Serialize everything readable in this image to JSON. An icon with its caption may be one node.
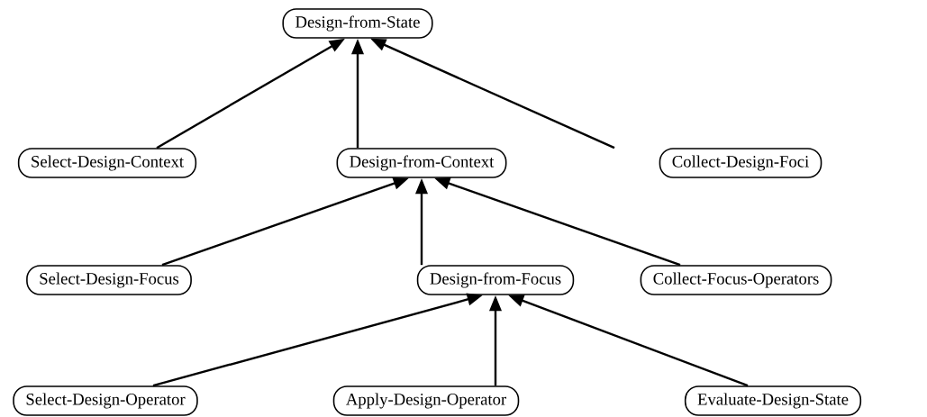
{
  "diagram": {
    "nodes": [
      {
        "text": [
          "Design-from-State"
        ]
      },
      {
        "text": [
          "Select-Design-Context"
        ]
      },
      {
        "text": [
          "Design-from-Context"
        ]
      },
      {
        "text": [
          "Collect-Design-Foci"
        ]
      },
      {
        "text": [
          "Select-Design-Focus"
        ]
      },
      {
        "text": [
          "Design-from-Focus"
        ]
      },
      {
        "text": [
          "Collect-Focus-Operators"
        ]
      },
      {
        "text": [
          "Select-Design-Operator"
        ]
      },
      {
        "text": [
          "Apply-Design-Operator"
        ]
      },
      {
        "text": [
          "Evaluate-Design-State"
        ]
      }
    ],
    "edges": [
      {
        "from": 1,
        "to": 0,
        "arrow": "to"
      },
      {
        "from": 2,
        "to": 0,
        "arrow": "to"
      },
      {
        "from": 3,
        "to": 0,
        "arrow": "to"
      },
      {
        "from": 4,
        "to": 2,
        "arrow": "to"
      },
      {
        "from": 5,
        "to": 2,
        "arrow": "to"
      },
      {
        "from": 6,
        "to": 2,
        "arrow": "to"
      },
      {
        "from": 7,
        "to": 5,
        "arrow": "to"
      },
      {
        "from": 8,
        "to": 5,
        "arrow": "to"
      },
      {
        "from": 9,
        "to": 5,
        "arrow": "to"
      }
    ]
  }
}
